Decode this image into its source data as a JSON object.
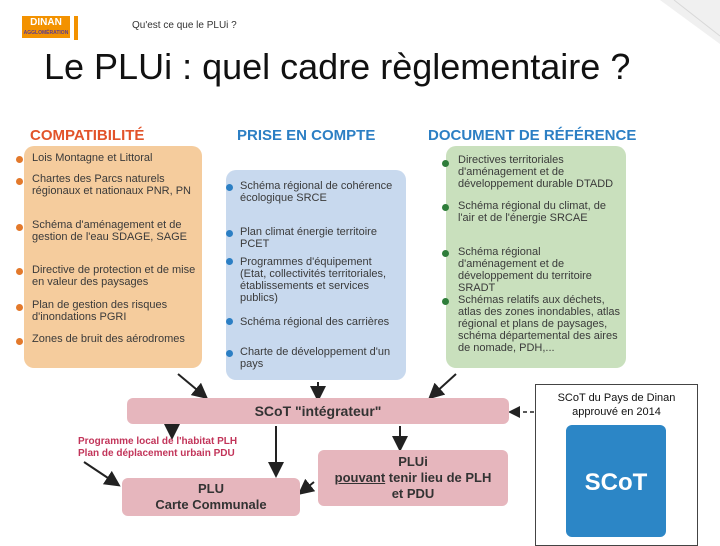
{
  "header": {
    "logo_text": "DINAN",
    "logo_sub": "AGGLOMÉRATION",
    "breadcrumb": "Qu'est ce que le PLUi ?"
  },
  "title": "Le PLUi : quel cadre règlementaire ?",
  "columns": {
    "compat": "COMPATIBILITÉ",
    "prise": "PRISE EN COMPTE",
    "ref": "DOCUMENT DE RÉFÉRENCE"
  },
  "compat_items": [
    "Lois Montagne et Littoral",
    "Chartes des Parcs naturels régionaux et nationaux PNR, PN",
    "Schéma d'aménagement et de gestion de l'eau SDAGE, SAGE",
    "Directive de protection et de mise en valeur des paysages",
    "Plan de gestion des risques d'inondations PGRI",
    "Zones de bruit des aérodromes"
  ],
  "prise_items": [
    "Schéma régional de cohérence écologique SRCE",
    "Plan climat énergie territoire PCET",
    "Programmes d'équipement (Etat, collectivités territoriales, établissements et services publics)",
    "Schéma régional des carrières",
    "Charte de développement d'un pays"
  ],
  "ref_items": [
    "Directives territoriales d'aménagement et de développement durable DTADD",
    "Schéma régional du climat, de l'air et de l'énergie SRCAE",
    "Schéma régional d'aménagement et de développement du territoire SRADT",
    "Schémas relatifs aux déchets, atlas des zones inondables, atlas régional et plans de paysages, schéma départemental des aires de nomade, PDH,..."
  ],
  "scot_bar": "SCoT \"intégrateur\"",
  "scot_note": {
    "line1": "SCoT du Pays de Dinan",
    "line2": "approuvé en 2014",
    "image_word": "SCoT"
  },
  "plh_pdu": {
    "line1": "Programme local de l'habitat PLH",
    "line2": "Plan de déplacement urbain PDU"
  },
  "plu_box": {
    "line1": "PLU",
    "line2": "Carte Communale"
  },
  "plui_box": {
    "line1": "PLUi",
    "line2_u": "pouvant",
    "line2_rest": " tenir lieu de PLH",
    "line3": "et PDU"
  },
  "colors": {
    "accent_blue": "#2c7fc4",
    "orange": "#f39200",
    "pink": "#e6b6bd",
    "compat_panel": "#f5cc9d",
    "prise_panel": "#c8d9ee",
    "ref_panel": "#c9e0bd"
  }
}
